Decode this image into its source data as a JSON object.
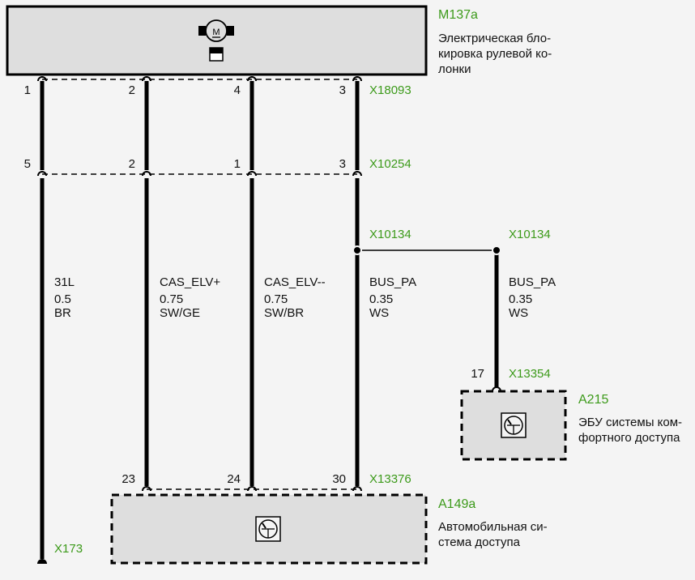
{
  "components": {
    "m137a": {
      "id": "M137a",
      "description_lines": [
        "Электрическая бло-",
        "кировка рулевой ко-",
        "лонки"
      ],
      "icon": "motor-icon"
    },
    "a215": {
      "id": "A215",
      "description_lines": [
        "ЭБУ системы ком-",
        "фортного доступа"
      ],
      "icon": "control-unit-icon"
    },
    "a149a": {
      "id": "A149a",
      "description_lines": [
        "Автомобильная си-",
        "стема доступа"
      ],
      "icon": "control-unit-icon"
    }
  },
  "connectors": {
    "x18093": {
      "id": "X18093",
      "pins": [
        "1",
        "2",
        "4",
        "3"
      ]
    },
    "x10254": {
      "id": "X10254",
      "pins": [
        "5",
        "2",
        "1",
        "3"
      ]
    },
    "x10134_left": {
      "id": "X10134"
    },
    "x10134_right": {
      "id": "X10134"
    },
    "x13354": {
      "id": "X13354",
      "pins": [
        "17"
      ]
    },
    "x13376": {
      "id": "X13376",
      "pins": [
        "23",
        "24",
        "30"
      ]
    },
    "x173": {
      "id": "X173"
    }
  },
  "wires": [
    {
      "signal": "31L",
      "cross_section": "0.5",
      "color": "BR"
    },
    {
      "signal": "CAS_ELV+",
      "cross_section": "0.75",
      "color": "SW/GE"
    },
    {
      "signal": "CAS_ELV--",
      "cross_section": "0.75",
      "color": "SW/BR"
    },
    {
      "signal": "BUS_PA",
      "cross_section": "0.35",
      "color": "WS"
    },
    {
      "signal": "BUS_PA",
      "cross_section": "0.35",
      "color": "WS"
    }
  ],
  "colors": {
    "connector_label": "#3c9a1a",
    "component_fill": "#dedede",
    "background": "#f4f4f4"
  }
}
